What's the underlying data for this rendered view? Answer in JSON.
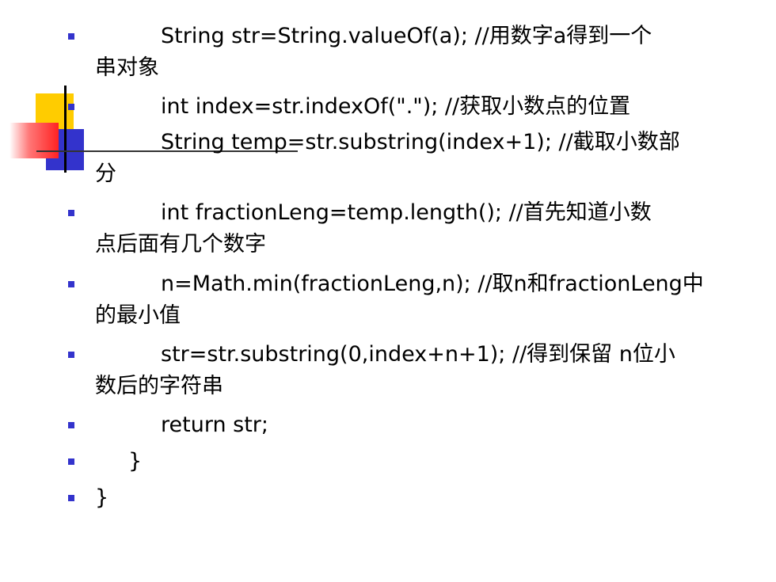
{
  "colors": {
    "bullet": "#3333cc",
    "deco_yellow": "#ffcc00",
    "deco_blue": "#3333cc",
    "deco_red": "#ff2222"
  },
  "lines": [
    {
      "code": "String str=String.valueOf(a);   //用数字a得到一个",
      "cont": "串对象"
    },
    {
      "code": "int index=str.indexOf(\".\");    //获取小数点的位置",
      "cont": ""
    },
    {
      "code": "String temp=str.substring(index+1); //截取小数部",
      "cont": "分"
    },
    {
      "code": "int fractionLeng=temp.length();    //首先知道小数",
      "cont": "点后面有几个数字"
    },
    {
      "code": "n=Math.min(fractionLeng,n); //取n和fractionLeng中",
      "cont": "的最小值"
    },
    {
      "code": "str=str.substring(0,index+n+1); //得到保留 n位小",
      "cont": "数后的字符串"
    },
    {
      "code": "return str;",
      "cont": ""
    },
    {
      "code": "}",
      "cont": ""
    },
    {
      "code": "}",
      "cont": ""
    }
  ]
}
